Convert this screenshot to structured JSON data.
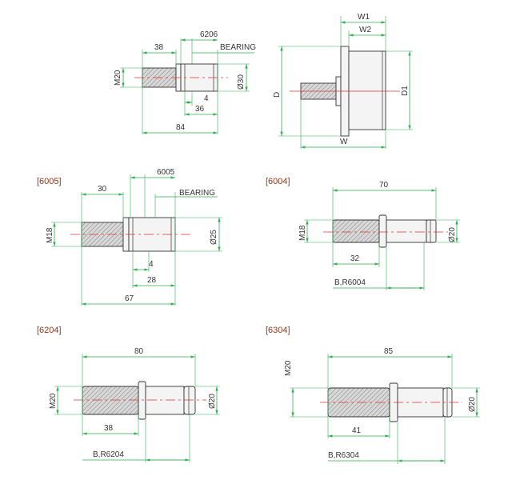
{
  "colors": {
    "dimension": "#2fae52",
    "center_line": "#e0312e",
    "outline": "#333333",
    "title": "#8b3a1e"
  },
  "shaft6206": {
    "dim_38": "38",
    "bearing_label": "6206",
    "bearing_text": "BEARING",
    "thread": "M20",
    "diameter": "Ø30",
    "dim_4": "4",
    "dim_36": "36",
    "dim_84": "84"
  },
  "roller": {
    "w1": "W1",
    "w2": "W2",
    "d": "D",
    "d1": "D1",
    "w": "W"
  },
  "shaft6005": {
    "title": "[6005]",
    "dim_30": "30",
    "bearing_label": "6005",
    "bearing_text": "BEARING",
    "thread": "M18",
    "diameter": "Ø25",
    "dim_4": "4",
    "dim_28": "28",
    "dim_67": "67"
  },
  "shaft6004": {
    "title": "[6004]",
    "dim_70": "70",
    "thread": "M18",
    "diameter": "Ø20",
    "dim_32": "32",
    "bearing_ref": "B,R6004"
  },
  "shaft6204": {
    "title": "[6204]",
    "dim_80": "80",
    "thread": "M20",
    "diameter": "Ø20",
    "dim_38": "38",
    "bearing_ref": "B,R6204"
  },
  "shaft6304": {
    "title": "[6304]",
    "dim_85": "85",
    "thread": "M20",
    "diameter": "Ø20",
    "dim_41": "41",
    "bearing_ref": "B,R6304"
  }
}
